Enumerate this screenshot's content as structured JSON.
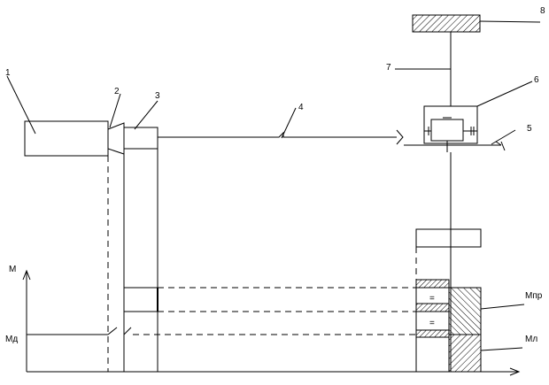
{
  "diagram": {
    "callouts": {
      "c1": "1",
      "c2": "2",
      "c3": "3",
      "c4": "4",
      "c5": "5",
      "c6": "6",
      "c7": "7",
      "c8": "8"
    },
    "axis": {
      "y_label": "М",
      "left_level_label": "Мд",
      "right_upper_label": "Мпр",
      "right_lower_label": "Мл"
    },
    "equal_marks": [
      "=",
      "="
    ]
  }
}
